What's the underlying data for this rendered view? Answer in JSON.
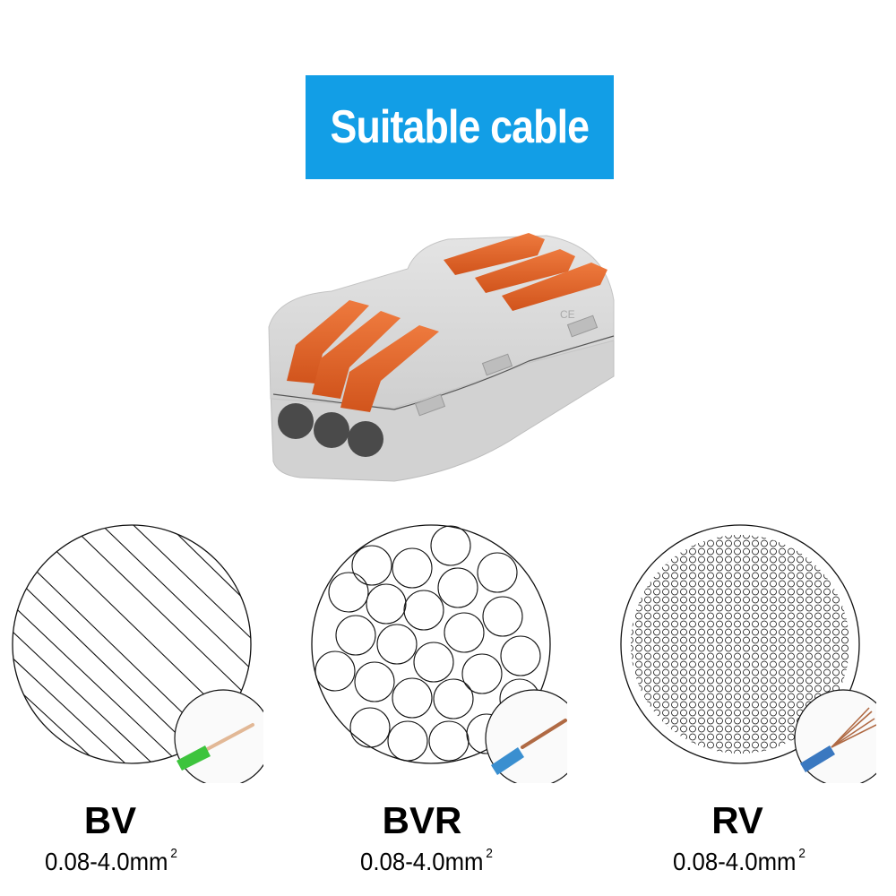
{
  "banner": {
    "title": "Suitable cable",
    "background_color": "#129ee6",
    "text_color": "#ffffff"
  },
  "product": {
    "description": "3-port lever wire connector (grey body, orange levers)",
    "body_color": "#d8d8d8",
    "lever_color": "#e0622a",
    "port_count": 3
  },
  "cables": [
    {
      "type": "BV",
      "range": "0.08-4.0mm",
      "unit_superscript": "2",
      "cross_section": "solid-core-diagonal-lines",
      "insulation_color": "#3dc43d"
    },
    {
      "type": "BVR",
      "range": "0.08-4.0mm",
      "unit_superscript": "2",
      "cross_section": "multi-strand-large-circles",
      "insulation_color": "#3a8fd0"
    },
    {
      "type": "RV",
      "range": "0.08-4.0mm",
      "unit_superscript": "2",
      "cross_section": "fine-strand-small-circles",
      "insulation_color": "#3a78c0"
    }
  ]
}
